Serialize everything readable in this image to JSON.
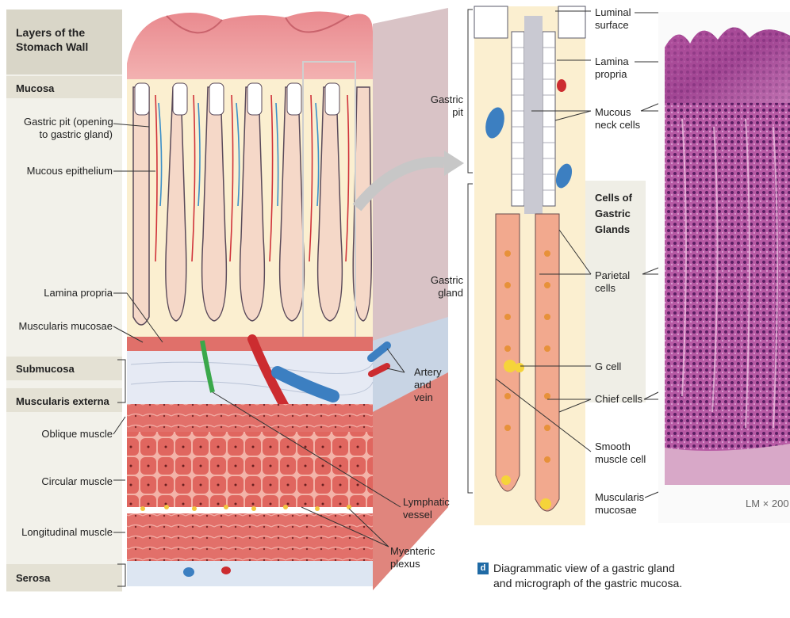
{
  "left_panel": {
    "title": "Layers of the\nStomach Wall",
    "sections": {
      "mucosa": "Mucosa",
      "submucosa": "Submucosa",
      "muscularis_externa": "Muscularis externa",
      "serosa": "Serosa"
    },
    "labels": {
      "gastric_pit": "Gastric pit (opening\nto gastric gland)",
      "mucous_epithelium": "Mucous epithelium",
      "lamina_propria": "Lamina propria",
      "muscularis_mucosae": "Muscularis mucosae",
      "oblique": "Oblique muscle",
      "circular": "Circular muscle",
      "longitudinal": "Longitudinal muscle"
    }
  },
  "middle_labels": {
    "artery_vein": "Artery\nand\nvein",
    "lymphatic": "Lymphatic\nvessel",
    "myenteric": "Myenteric\nplexus"
  },
  "gland_labels": {
    "gastric_pit": "Gastric\npit",
    "gastric_gland": "Gastric\ngland",
    "luminal_surface": "Luminal\nsurface",
    "lamina_propria": "Lamina\npropria",
    "mucous_neck": "Mucous\nneck cells",
    "cells_title": "Cells of\nGastric\nGlands",
    "parietal": "Parietal\ncells",
    "g_cell": "G cell",
    "chief": "Chief cells",
    "smooth_muscle": "Smooth\nmuscle cell",
    "muscularis_mucosae": "Muscularis\nmucosae"
  },
  "caption": {
    "letter": "d",
    "text": "Diagrammatic view of a gastric gland\nand micrograph of the gastric mucosa."
  },
  "micrograph": {
    "magnification": "LM × 200"
  },
  "colors": {
    "mucosa_pink": "#e8868c",
    "muscle_red": "#d9534f",
    "vein_blue": "#3c7fc1",
    "lymph_green": "#3aa84a",
    "micrograph_purple": "#9b3f8e"
  }
}
